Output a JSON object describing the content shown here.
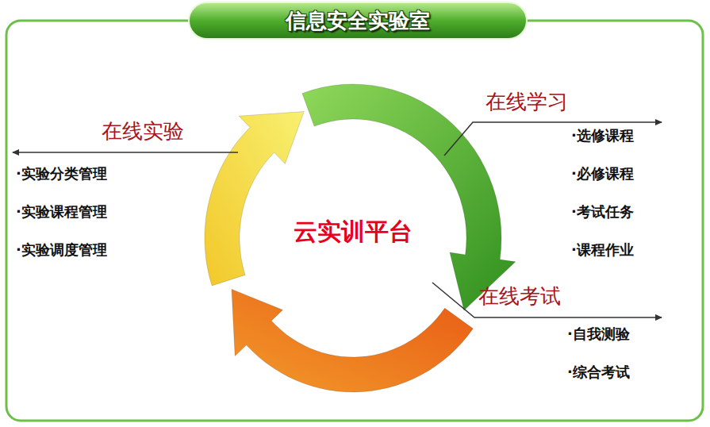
{
  "diagram": {
    "title": "信息安全实验室",
    "nodes": [
      {
        "text": [
          "云实训平台"
        ]
      },
      {
        "text": [
          "在线实验",
          "·实验分类管理",
          "·实验课程管理",
          "·实验调度管理"
        ]
      },
      {
        "text": [
          "在线学习",
          "·选修课程",
          "·必修课程",
          "·考试任务",
          "·课程作业"
        ]
      },
      {
        "text": [
          "在线考试",
          "·自我测验",
          "·综合考试"
        ]
      }
    ]
  }
}
